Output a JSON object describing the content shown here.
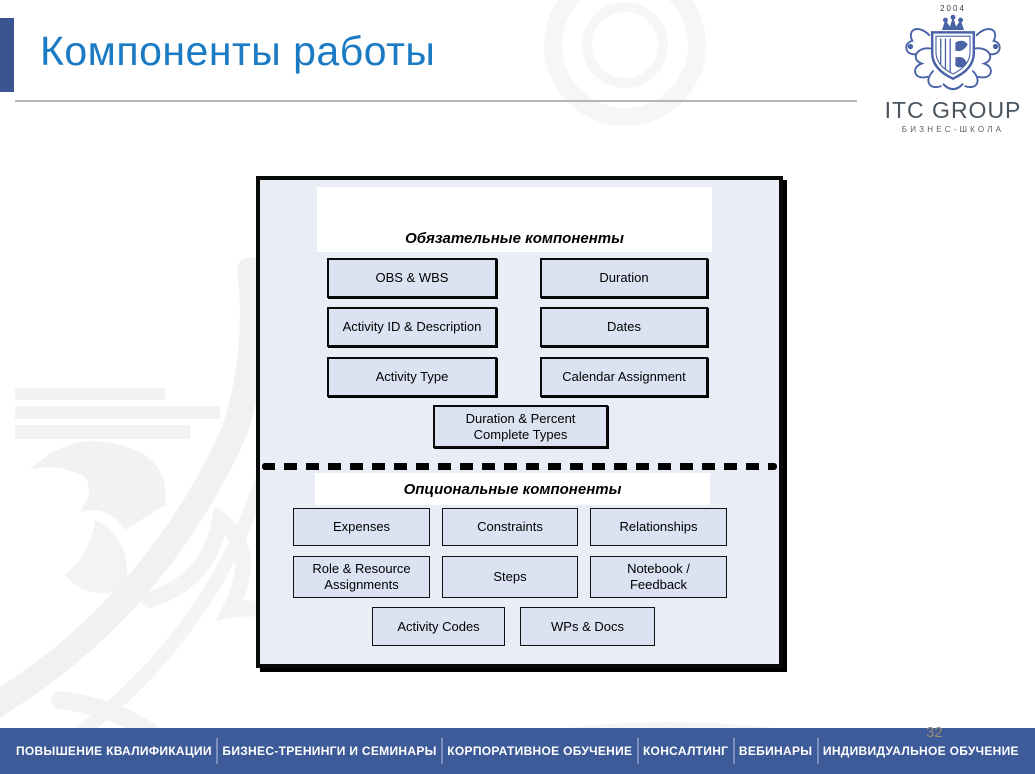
{
  "slide": {
    "title": "Компоненты работы",
    "page_number": "32"
  },
  "logo": {
    "year": "2004",
    "name": "ITC GROUP",
    "subtitle": "БИЗНЕС-ШКОЛА"
  },
  "diagram": {
    "mandatory": {
      "header": "Обязательные компоненты",
      "left_column": [
        "OBS & WBS",
        "Activity ID & Description",
        "Activity Type"
      ],
      "right_column": [
        "Duration",
        "Dates",
        "Calendar Assignment"
      ],
      "center": "Duration & Percent Complete Types"
    },
    "optional": {
      "header": "Опциональные компоненты",
      "row1": [
        "Expenses",
        "Constraints",
        "Relationships"
      ],
      "row2": [
        "Role & Resource Assignments",
        "Steps",
        "Notebook / Feedback"
      ],
      "row3": [
        "Activity Codes",
        "WPs & Docs"
      ]
    }
  },
  "footer": {
    "items": [
      "ПОВЫШЕНИЕ КВАЛИФИКАЦИИ",
      "БИЗНЕС-ТРЕНИНГИ И СЕМИНАРЫ",
      "КОРПОРАТИВНОЕ ОБУЧЕНИЕ",
      "КОНСАЛТИНГ",
      "ВЕБИНАРЫ",
      "ИНДИВИДУАЛЬНОЕ ОБУЧЕНИЕ"
    ]
  },
  "colors": {
    "title_blue": "#1B7AC4",
    "accent_bar": "#3B5492",
    "footer_bg": "#3D5A99",
    "diagram_bg": "#E9EDF5",
    "box_fill": "#DBE2F1",
    "logo_blue": "#4A63A7",
    "page_number": "#998A70"
  }
}
